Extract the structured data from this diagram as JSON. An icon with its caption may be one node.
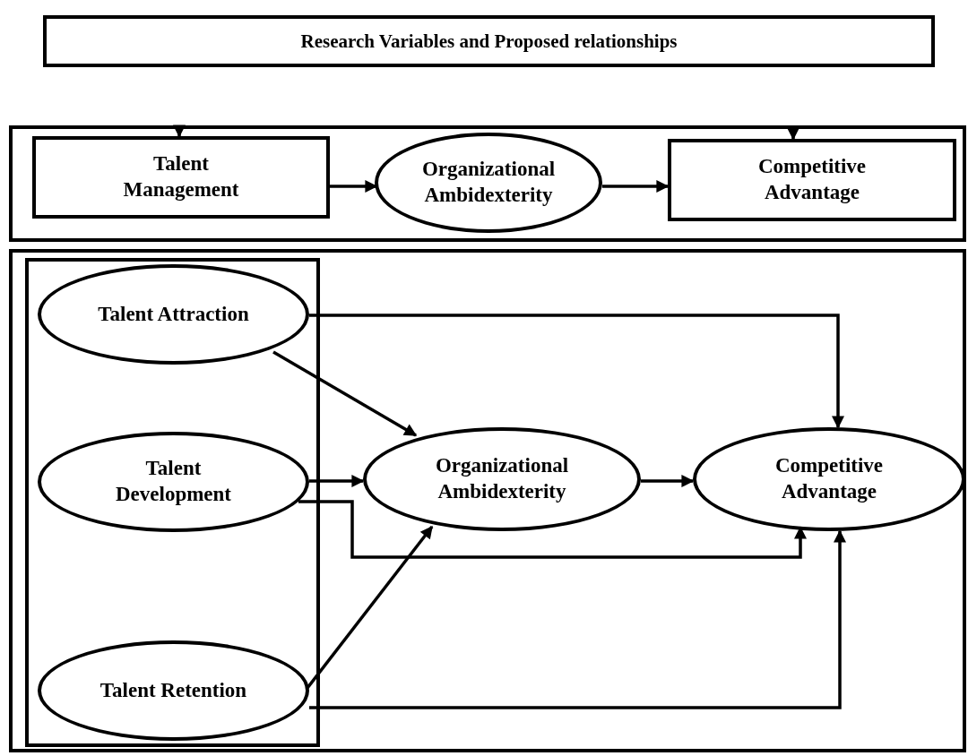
{
  "diagram": {
    "nodes": [
      {
        "text": [
          "Research Variables and Proposed relationships"
        ]
      },
      {
        "text": [],
        "shape": "box"
      },
      {
        "text": [
          "Talent Management"
        ],
        "in": 1
      },
      {
        "text": [
          "Organizational Ambidexterity"
        ],
        "in": 1
      },
      {
        "text": [
          "Competitive Advantage"
        ],
        "in": 1
      },
      {
        "text": [],
        "shape": "box"
      },
      {
        "text": [],
        "shape": "box",
        "in": 5
      },
      {
        "text": [
          "Talent Attraction"
        ],
        "in": 6
      },
      {
        "text": [
          "Talent Development"
        ],
        "in": 6
      },
      {
        "text": [
          "Talent Retention"
        ],
        "in": 6
      },
      {
        "text": [
          "Organizational Ambidexterity"
        ],
        "in": 5
      },
      {
        "text": [
          "Competitive Advantage"
        ],
        "in": 5
      }
    ],
    "edges": [
      {
        "from": null,
        "to": 2,
        "arrow": "to"
      },
      {
        "from": null,
        "to": 4,
        "arrow": "to"
      },
      {
        "from": 2,
        "to": 3,
        "arrow": "to"
      },
      {
        "from": 3,
        "to": 4,
        "arrow": "to"
      },
      {
        "from": 7,
        "to": 11,
        "arrow": "to"
      },
      {
        "from": 7,
        "to": 10,
        "arrow": "to"
      },
      {
        "from": 8,
        "to": 10,
        "arrow": "to"
      },
      {
        "from": 8,
        "to": 11,
        "arrow": "to"
      },
      {
        "from": 9,
        "to": 10,
        "arrow": "to"
      },
      {
        "from": 9,
        "to": 11,
        "arrow": "to"
      },
      {
        "from": 10,
        "to": 11,
        "arrow": "to"
      }
    ]
  }
}
